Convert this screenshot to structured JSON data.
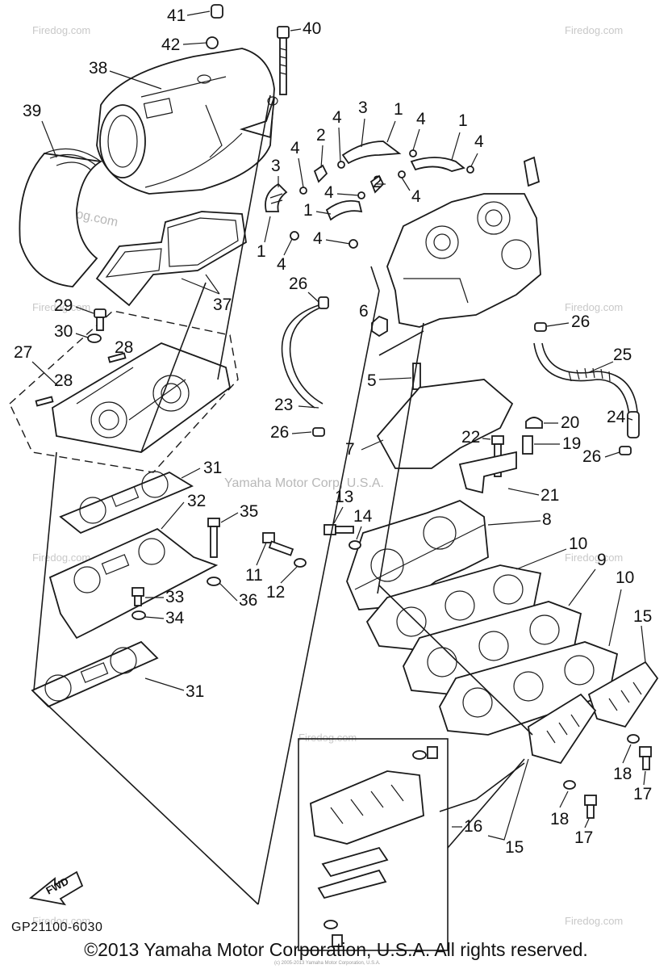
{
  "diagram": {
    "code": "GP21100-6030",
    "copyright": "©2013 Yamaha Motor Corporation, U.S.A. All rights reserved.",
    "watermark_center": "Yamaha Motor Corp, U.S.A.",
    "watermark_site": "Firedog.com",
    "watermark_small": "(c) 2005-2013 Yamaha Motor Corporation, U.S.A.",
    "fwd_label": "FWD",
    "callouts": [
      "41",
      "42",
      "40",
      "38",
      "39",
      "3",
      "1",
      "4",
      "4",
      "1",
      "4",
      "2",
      "3",
      "4",
      "2",
      "4",
      "4",
      "1",
      "4",
      "1",
      "4",
      "26",
      "37",
      "29",
      "30",
      "28",
      "27",
      "28",
      "6",
      "5",
      "26",
      "25",
      "23",
      "26",
      "24",
      "20",
      "22",
      "19",
      "7",
      "26",
      "21",
      "31",
      "32",
      "35",
      "13",
      "14",
      "8",
      "10",
      "9",
      "10",
      "11",
      "12",
      "33",
      "36",
      "34",
      "31",
      "15",
      "18",
      "17",
      "16",
      "15",
      "18",
      "17"
    ]
  }
}
